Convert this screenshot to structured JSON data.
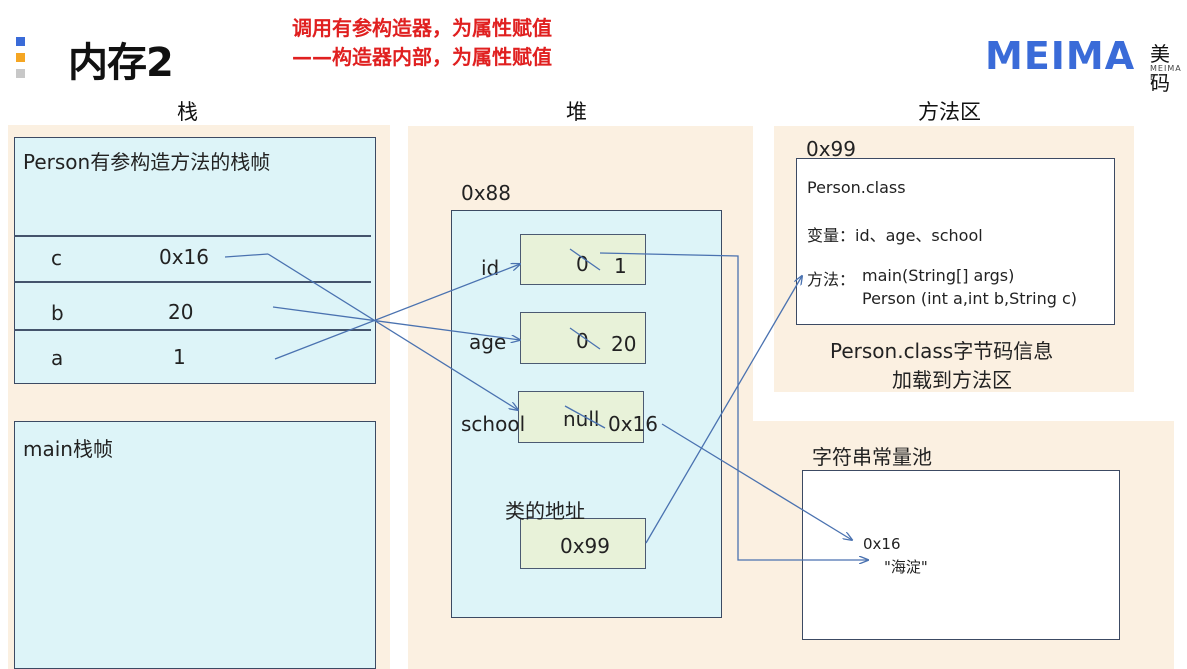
{
  "header": {
    "title": "内存2",
    "subtitle_line1": "调用有参构造器，为属性赋值",
    "subtitle_line2": "——构造器内部，为属性赋值",
    "logo_text": "MEIMA",
    "logo_cn": "美码",
    "logo_sub": "MEIMA E"
  },
  "sections": {
    "stack": "栈",
    "heap": "堆",
    "method_area": "方法区",
    "string_pool": "字符串常量池"
  },
  "stack": {
    "frame1_title": "Person有参构造方法的栈帧",
    "vars": [
      {
        "name": "c",
        "value": "0x16"
      },
      {
        "name": "b",
        "value": "20"
      },
      {
        "name": "a",
        "value": "1"
      }
    ],
    "frame2_title": "main栈帧"
  },
  "heap": {
    "address": "0x88",
    "fields": [
      {
        "name": "id",
        "old": "0",
        "new": "1"
      },
      {
        "name": "age",
        "old": "0",
        "new": "20"
      },
      {
        "name": "school",
        "old": "null",
        "new": "0x16"
      }
    ],
    "class_addr_label": "类的地址",
    "class_addr_value": "0x99"
  },
  "method_area": {
    "address": "0x99",
    "class_name": "Person.class",
    "vars_line": "变量：id、age、school",
    "methods_label": "方法：",
    "method1": "main(String[] args)",
    "method2": "Person (int a,int b,String c)",
    "caption_line1": "Person.class字节码信息",
    "caption_line2": "加载到方法区"
  },
  "string_pool": {
    "address": "0x16",
    "value": "\"海淀\""
  },
  "colors": {
    "accent_blue": "#3a6bd8",
    "accent_orange": "#f5a623",
    "title_red": "#e02020",
    "arrow": "#4a72b0"
  }
}
